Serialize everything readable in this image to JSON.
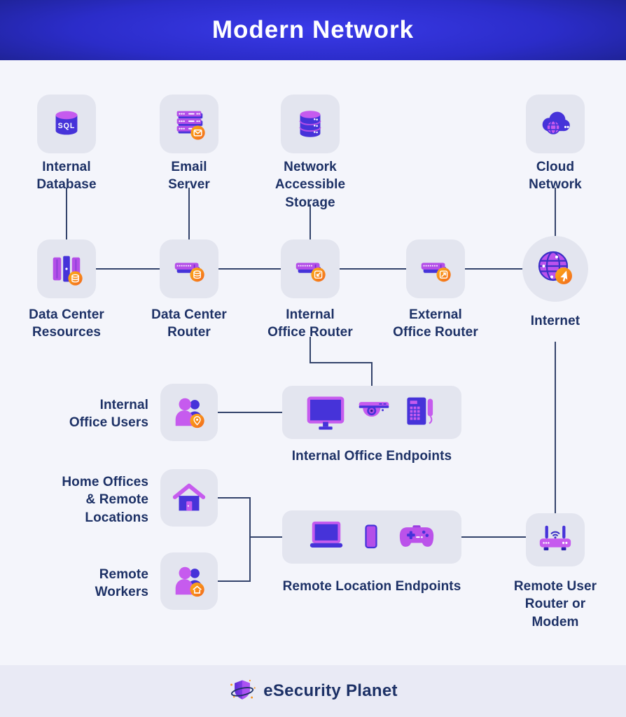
{
  "header": {
    "title": "Modern Network"
  },
  "nodes": {
    "internal_database": {
      "label": "Internal\nDatabase",
      "icon": "sql-database-icon",
      "icon_text": "SQL"
    },
    "email_server": {
      "label": "Email\nServer",
      "icon": "mail-server-icon",
      "badge": "envelope-badge-icon"
    },
    "nas": {
      "label": "Network\nAccessible\nStorage",
      "icon": "storage-stack-icon"
    },
    "cloud_network": {
      "label": "Cloud\nNetwork",
      "icon": "cloud-globe-icon"
    },
    "dc_resources": {
      "label": "Data Center\nResources",
      "icon": "server-towers-icon",
      "badge": "database-badge-icon"
    },
    "dc_router": {
      "label": "Data Center\nRouter",
      "icon": "router-icon",
      "badge": "database-badge-icon"
    },
    "internal_office_router": {
      "label": "Internal\nOffice Router",
      "icon": "router-icon",
      "badge": "import-arrow-badge-icon"
    },
    "external_office_router": {
      "label": "External\nOffice Router",
      "icon": "router-icon",
      "badge": "export-arrow-badge-icon"
    },
    "internet": {
      "label": "Internet",
      "icon": "globe-icon",
      "badge": "cursor-badge-icon"
    },
    "internal_office_users": {
      "label": "Internal\nOffice Users",
      "icon": "users-icon",
      "badge": "location-pin-badge-icon"
    },
    "internal_office_endpoints": {
      "label": "Internal Office Endpoints",
      "icons": [
        "monitor-icon",
        "security-camera-icon",
        "desk-phone-icon"
      ]
    },
    "home_offices": {
      "label": "Home Offices\n& Remote\nLocations",
      "icon": "house-icon"
    },
    "remote_workers": {
      "label": "Remote\nWorkers",
      "icon": "users-icon",
      "badge": "home-badge-icon"
    },
    "remote_location_endpoints": {
      "label": "Remote Location Endpoints",
      "icons": [
        "laptop-icon",
        "smartphone-icon",
        "gamepad-icon"
      ]
    },
    "remote_user_router": {
      "label": "Remote User\nRouter or\nModem",
      "icon": "wifi-router-icon"
    }
  },
  "footer": {
    "brand": "eSecurity Planet",
    "logo": "shield-orbit-logo"
  },
  "colors": {
    "accent_magenta": "#bb52ea",
    "accent_indigo": "#4633d9",
    "badge_orange_top": "#fdb015",
    "badge_orange_bottom": "#f2671f",
    "connector_line": "#33436b",
    "label_text": "#1d3166",
    "card_bg": "#e3e5ef",
    "page_bg": "#f4f5fb",
    "footer_bg": "#e9eaf5",
    "header_bright": "#3a3ae8",
    "header_dark": "#070c36"
  }
}
